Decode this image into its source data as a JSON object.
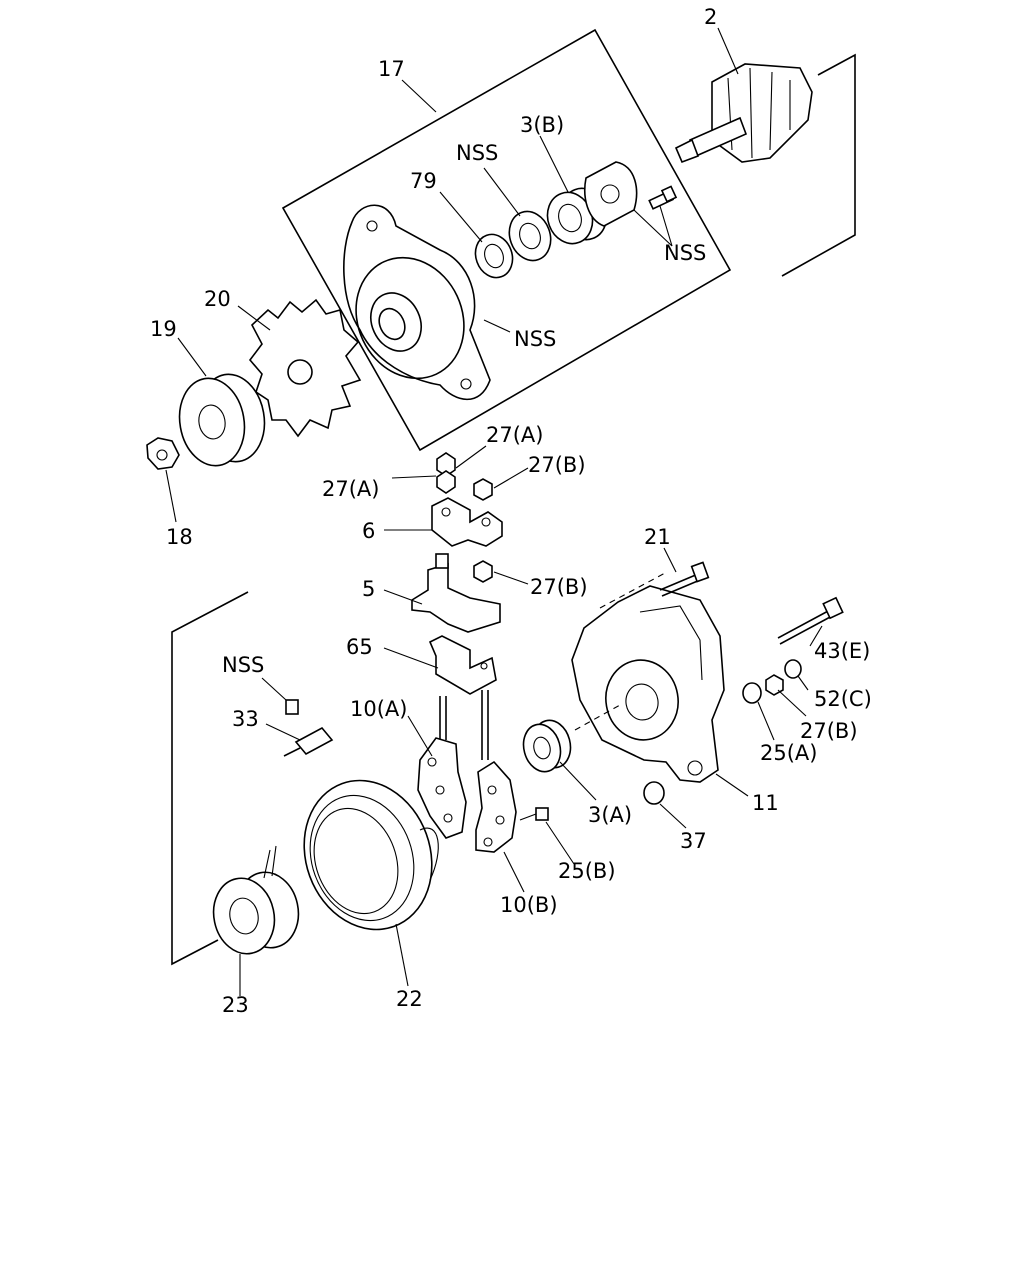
{
  "diagram": {
    "labels": {
      "l2": "2",
      "l17": "17",
      "l3b": "3(B)",
      "nss_top": "NSS",
      "l79": "79",
      "nss_bolt": "NSS",
      "nss_housing": "NSS",
      "l20": "20",
      "l19": "19",
      "l18": "18",
      "l27a_top": "27(A)",
      "l27a_left": "27(A)",
      "l27b_1": "27(B)",
      "l6": "6",
      "l27b_2": "27(B)",
      "l5": "5",
      "l21": "21",
      "l43e": "43(E)",
      "l65": "65",
      "nss_left": "NSS",
      "l52c": "52(C)",
      "l27b_3": "27(B)",
      "l25a": "25(A)",
      "l33": "33",
      "l10a": "10(A)",
      "l3a": "3(A)",
      "l11": "11",
      "l37": "37",
      "l25b": "25(B)",
      "l10b": "10(B)",
      "l23": "23",
      "l22": "22"
    }
  }
}
